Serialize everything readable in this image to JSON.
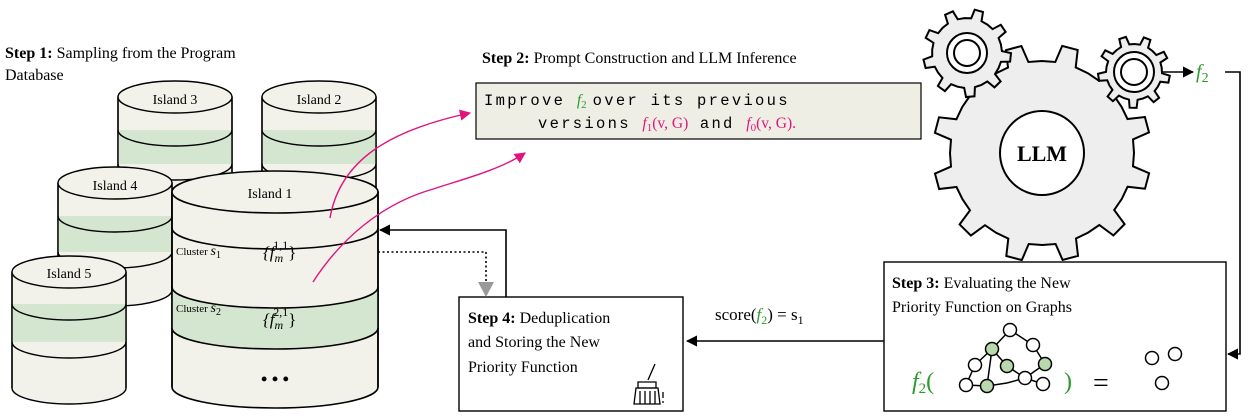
{
  "colors": {
    "green_fill": "#d5e6d0",
    "cream_fill": "#f2f2ea",
    "magenta": "#e0147e",
    "green_text": "#2a9a2a",
    "gear_fill": "#eeeeee",
    "node_fill": "#b9d8ad",
    "gray_arrow": "#9a9a9a"
  },
  "step1": {
    "bold": "Step 1:",
    "line1": "Sampling from the Program",
    "line2": "Database"
  },
  "islands": {
    "island1": "Island 1",
    "island2": "Island 2",
    "island3": "Island 3",
    "island4": "Island 4",
    "island5": "Island 5",
    "ellipsis": "• • •"
  },
  "clusters": {
    "c1_word": "Cluster",
    "c1_sym": "s",
    "c1_sub": "1",
    "c1_f_open": "{f",
    "c1_f_sub": "m",
    "c1_f_sup": "1,1",
    "c1_f_close": "}",
    "c2_word": "Cluster",
    "c2_sym": "s",
    "c2_sub": "2",
    "c2_f_open": "{f",
    "c2_f_sub": "m",
    "c2_f_sup": "2,1",
    "c2_f_close": "}"
  },
  "step2": {
    "bold": "Step 2:",
    "title": "Prompt Construction and LLM Inference",
    "prompt_improve": "Improve",
    "prompt_f2": "f",
    "prompt_f2_sub": "2",
    "prompt_rest1": "over its previous",
    "prompt_versions": "versions",
    "prompt_f1": "f",
    "prompt_f1_sub": "1",
    "prompt_f1_args": "(v, G)",
    "prompt_and": "and",
    "prompt_f0": "f",
    "prompt_f0_sub": "0",
    "prompt_f0_args": "(v, G).",
    "prompt_f0_args_close": ""
  },
  "llm": {
    "label": "LLM"
  },
  "output_f2": {
    "f": "f",
    "sub": "2"
  },
  "step3": {
    "bold": "Step 3:",
    "line1": "Evaluating the New",
    "line2": "Priority Function on Graphs",
    "f": "f",
    "sub": "2",
    "open": "(",
    "close": ")",
    "equals": "="
  },
  "score": {
    "prefix": "score(",
    "f": "f",
    "sub": "2",
    "suffix": ") = s",
    "suffix_sub": "1"
  },
  "step4": {
    "bold": "Step 4:",
    "line1": "Deduplication",
    "line2": "and Storing the New",
    "line3": "Priority Function"
  },
  "icons": {
    "gear_large": "gear-icon",
    "gear_small": "gear-icon",
    "broom": "broom-icon",
    "graph": "graph-icon"
  }
}
